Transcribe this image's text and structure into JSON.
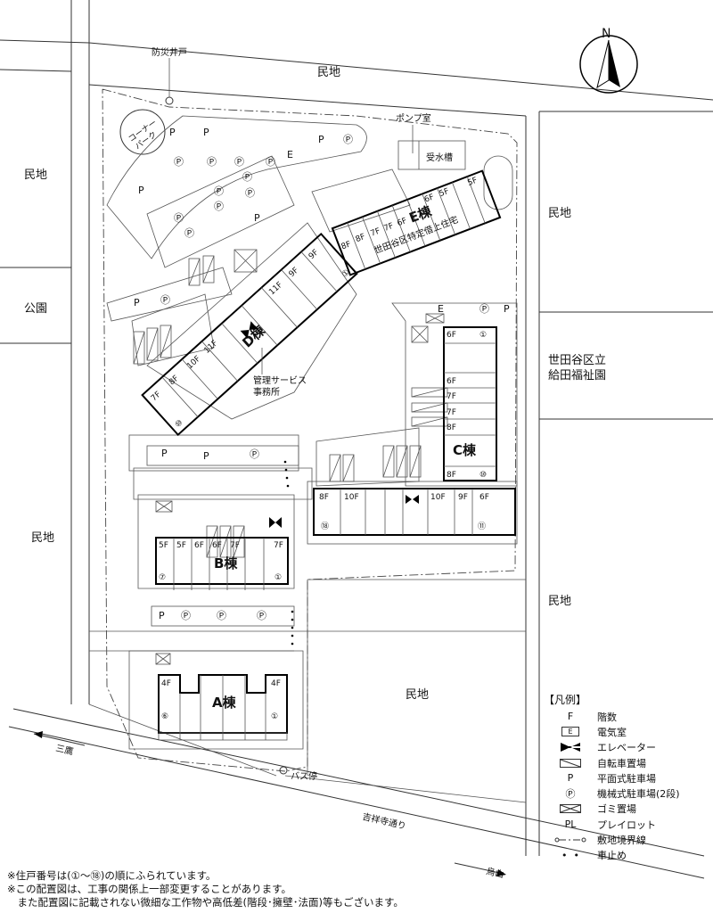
{
  "map": {
    "north": "N",
    "neighbors": {
      "top": "民地",
      "left_top": "民地",
      "right_top": "民地",
      "left_mid": "民地",
      "right_mid": "民地",
      "bottom_center": "民地"
    },
    "park": "公園",
    "welfare": "世田谷区立\n給田福祉園",
    "welfare_line1": "世田谷区立",
    "welfare_line2": "給田福祉園",
    "well": "防災井戸",
    "corner_park_1": "コーナー",
    "corner_park_2": "パーク",
    "pump": "ポンプ室",
    "water_tank": "受水槽",
    "office_1": "管理サービス",
    "office_2": "事務所",
    "bus_stop": "バス停",
    "road_name": "吉祥寺通り",
    "dir_left": "三鷹",
    "dir_right": "烏山"
  },
  "buildings": {
    "E": {
      "name": "E棟",
      "subtitle": "世田谷区特定借上住宅",
      "floors": [
        "8F",
        "8F",
        "7F",
        "7F",
        "6F",
        "6F",
        "5F",
        "5F"
      ]
    },
    "D": {
      "name": "D棟",
      "floors": [
        "7F",
        "8F",
        "10F",
        "11F",
        "11F",
        "9F",
        "9F"
      ],
      "unit_first": "①",
      "unit_last": "⑩"
    },
    "C": {
      "name": "C棟",
      "floors": [
        "6F",
        "6F",
        "7F",
        "7F",
        "8F",
        "8F"
      ],
      "unit_first": "①",
      "unit_last": "⑩"
    },
    "CS": {
      "floors": [
        "8F",
        "10F",
        "10F",
        "9F",
        "6F"
      ],
      "unit_first": "⑪",
      "unit_last": "⑱"
    },
    "B": {
      "name": "B棟",
      "floors": [
        "5F",
        "5F",
        "6F",
        "6F",
        "7F",
        "7F"
      ],
      "unit_first": "①",
      "unit_last": "⑦"
    },
    "A": {
      "name": "A棟",
      "floors": [
        "4F",
        "4F"
      ],
      "unit_first": "①",
      "unit_last": "⑥"
    }
  },
  "marks": {
    "P": "P",
    "PM": "Ⓟ",
    "E": "E"
  },
  "legend": {
    "title": "【凡例】",
    "items": [
      {
        "symbol": "F",
        "label": "階数"
      },
      {
        "symbol": "E",
        "label": "電気室"
      },
      {
        "symbol": "elevator-icon",
        "label": "エレベーター"
      },
      {
        "symbol": "bicycle-icon",
        "label": "自転車置場"
      },
      {
        "symbol": "P",
        "label": "平面式駐車場"
      },
      {
        "symbol": "Ⓟ",
        "label": "機械式駐車場(2段)"
      },
      {
        "symbol": "garbage-icon",
        "label": "ゴミ置場"
      },
      {
        "symbol": "PL",
        "label": "プレイロット"
      },
      {
        "symbol": "boundary-line-icon",
        "label": "敷地境界線"
      },
      {
        "symbol": "bollard-icon",
        "label": "車止め"
      }
    ]
  },
  "notes": [
    "※住戸番号は(①〜⑱)の順にふられています。",
    "※この配置図は、工事の関係上一部変更することがあります。",
    "　また配置図に記載されない微細な工作物や高低差(階段･擁壁･法面)等もございます。"
  ]
}
